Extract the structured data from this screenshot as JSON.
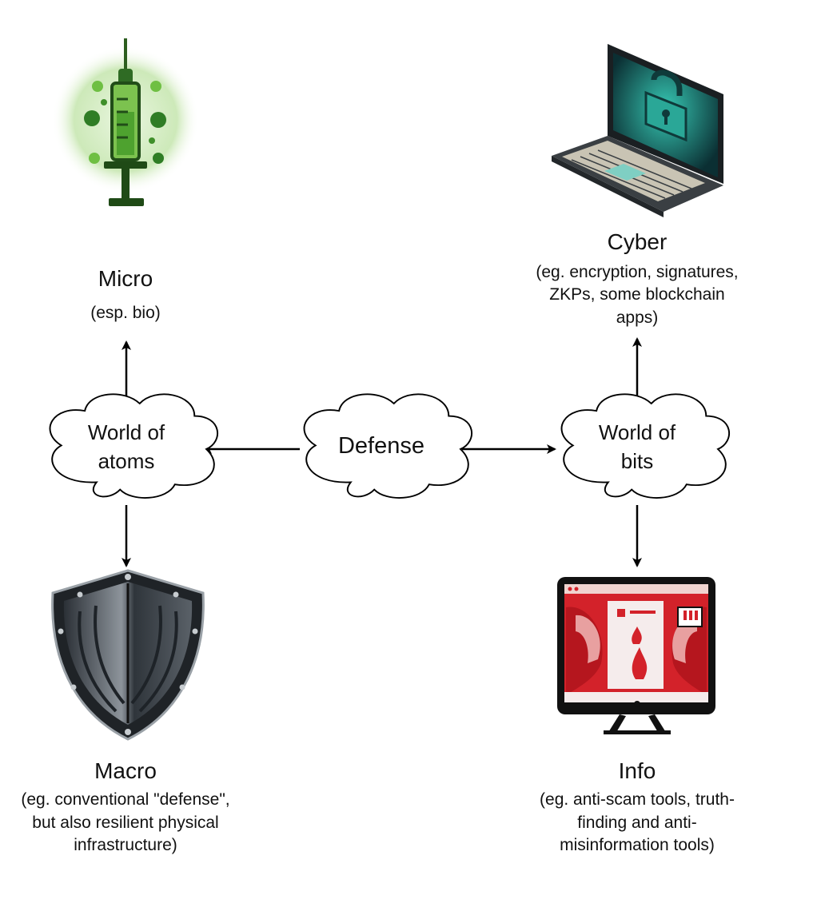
{
  "center": {
    "label": "Defense"
  },
  "atoms": {
    "label_line1": "World of",
    "label_line2": "atoms"
  },
  "bits": {
    "label_line1": "World of",
    "label_line2": "bits"
  },
  "micro": {
    "title": "Micro",
    "desc": [
      "(esp. bio)"
    ],
    "icon": "syringe-icon"
  },
  "macro": {
    "title": "Macro",
    "desc": [
      "(eg. conventional \"defense\",",
      "but also resilient physical",
      "infrastructure)"
    ],
    "icon": "shield-icon"
  },
  "cyber": {
    "title": "Cyber",
    "desc": [
      "(eg. encryption, signatures,",
      "ZKPs, some blockchain",
      "apps)"
    ],
    "icon": "laptop-lock-icon"
  },
  "info": {
    "title": "Info",
    "desc": [
      "(eg. anti-scam tools, truth-",
      "finding and anti-",
      "misinformation tools)"
    ],
    "icon": "monitor-argument-icon"
  },
  "colors": {
    "line": "#000000",
    "bio_green": "#3f8f2a",
    "shield_steel": "#3b4148",
    "cyber_teal": "#1f8f86",
    "info_red": "#d3222a"
  }
}
